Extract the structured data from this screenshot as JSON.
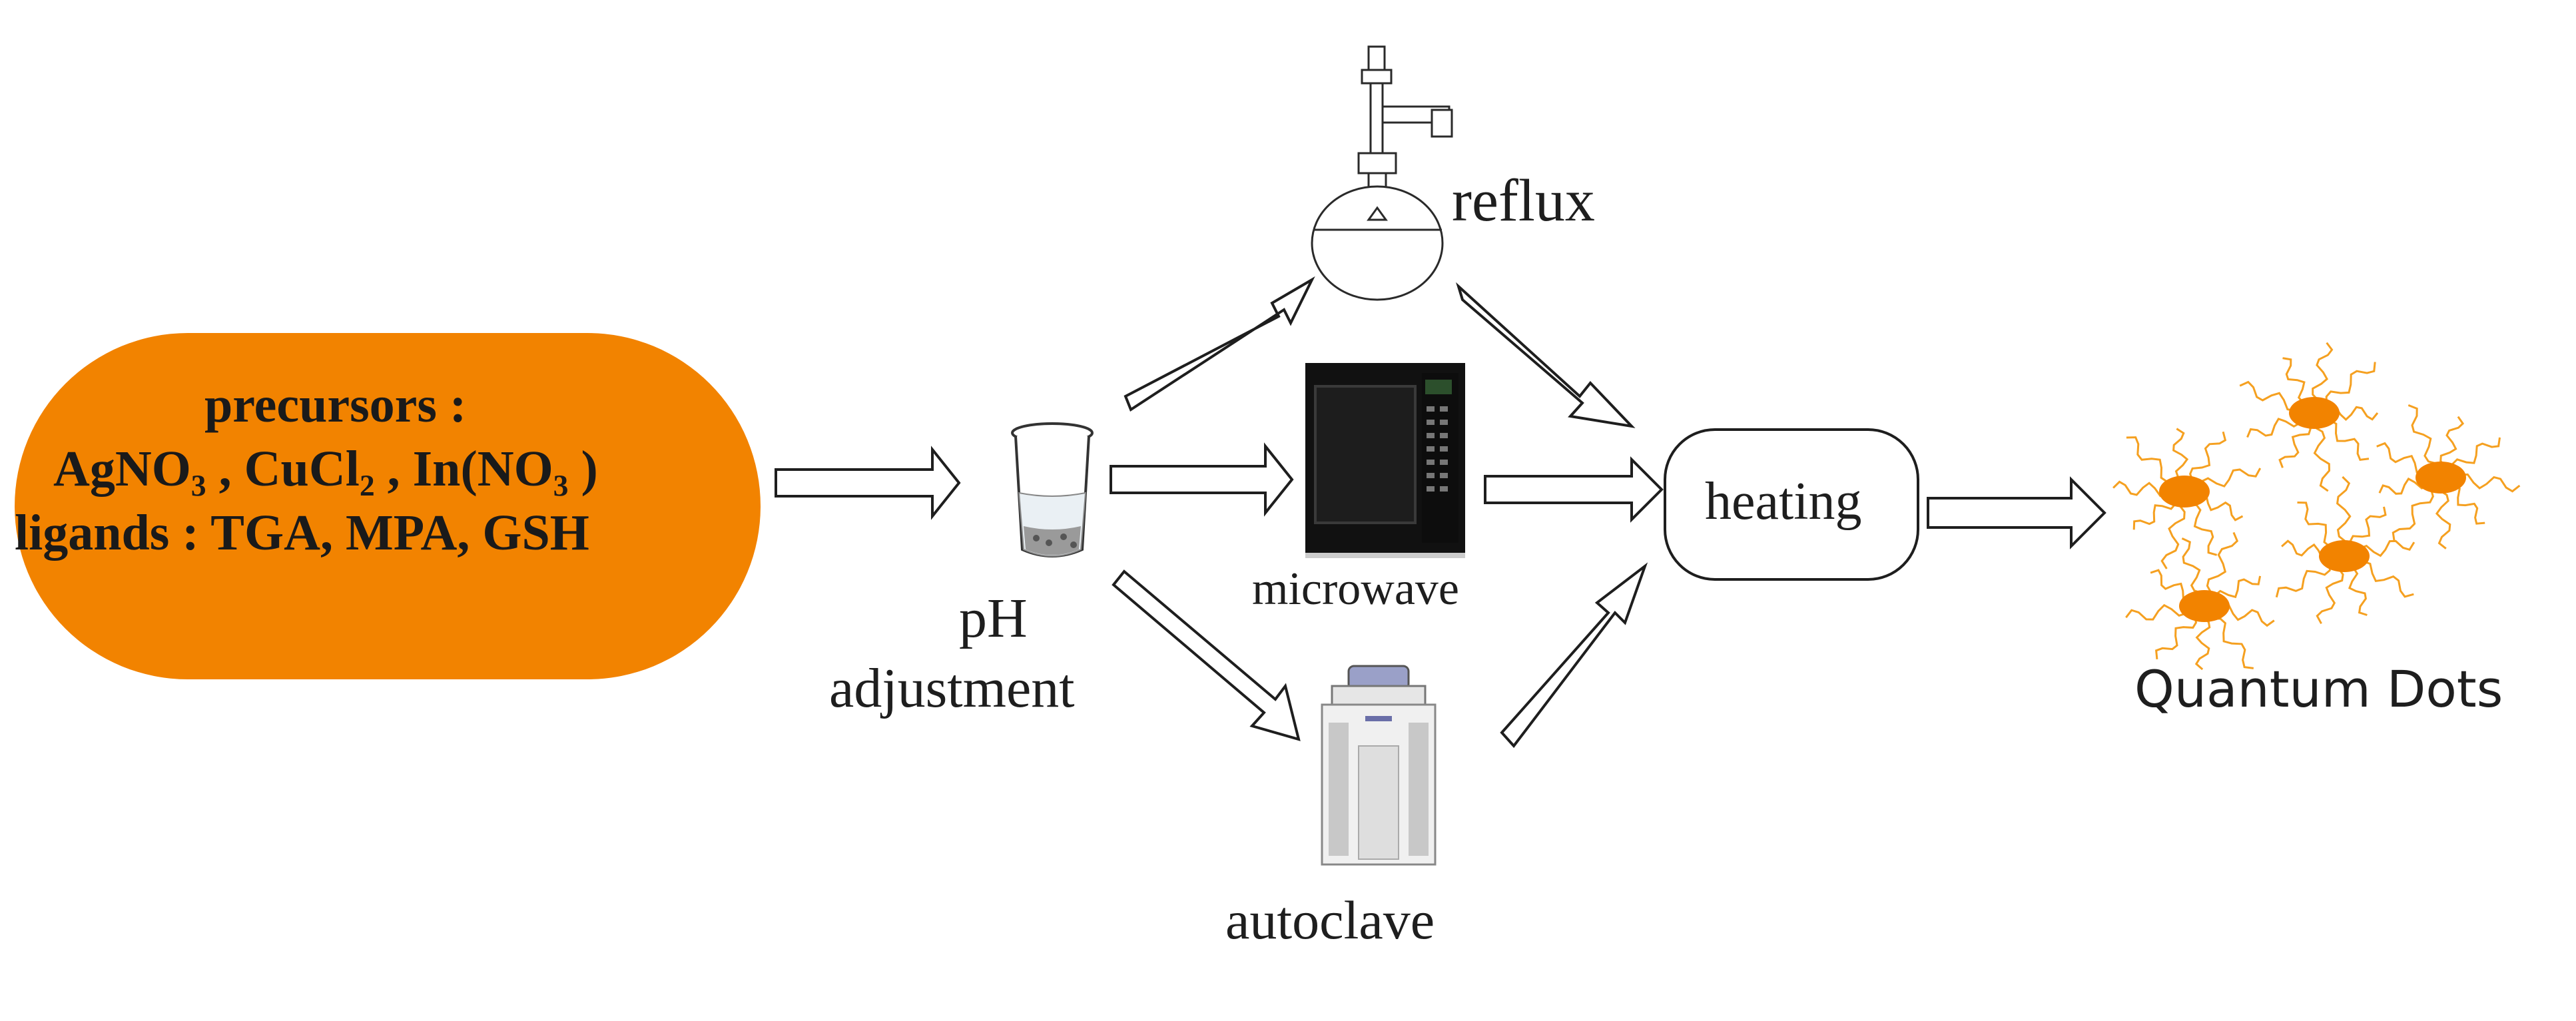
{
  "precursors": {
    "title": "precursors :",
    "chemicals": "AgNO₃ , CuCl₂ , In(NO₃ )",
    "ligands": "ligands : TGA, MPA, GSH",
    "box_color": "#f28300"
  },
  "steps": {
    "ph": "pH",
    "ph_adjustment": "adjustment",
    "reflux": "reflux",
    "microwave": "microwave",
    "autoclave": "autoclave",
    "heating": "heating",
    "product": "Quantum Dots"
  },
  "colors": {
    "dot": "#f28300",
    "ligand_line": "#f5a020",
    "stroke": "#1e1e1e"
  }
}
